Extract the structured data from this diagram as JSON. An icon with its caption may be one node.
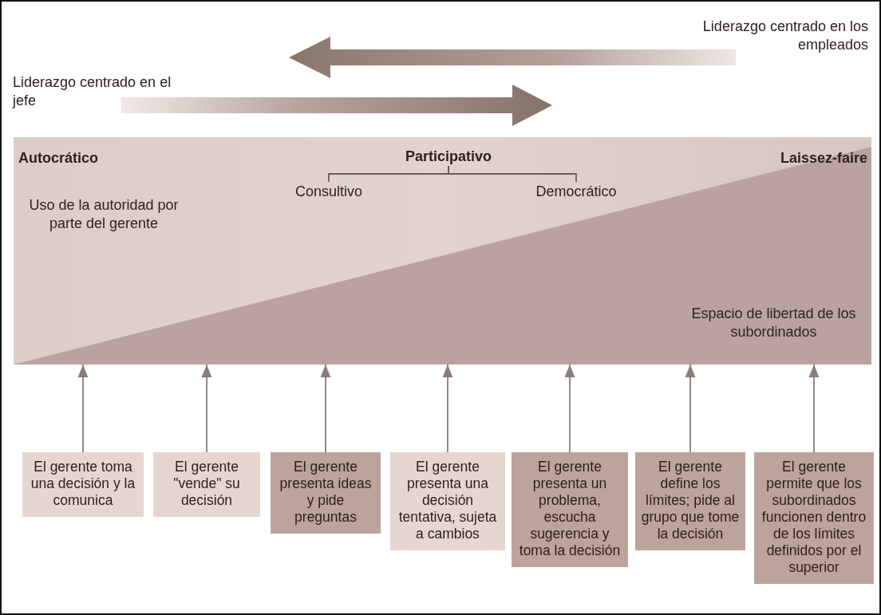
{
  "diagram": {
    "nodes": [
      {
        "text": [
          "Autocrático",
          "Laissez-faire",
          "Uso de la autoridad por parte del gerente",
          "Espacio de libertad de los subordinados"
        ]
      },
      {
        "text": [
          "Participativo"
        ],
        "in": 0
      },
      {
        "text": [
          "Consultivo"
        ],
        "in": 0
      },
      {
        "text": [
          "Democrático"
        ],
        "in": 0
      },
      {
        "text": [
          "El gerente toma una decisión y la comunica"
        ]
      },
      {
        "text": [
          "El gerente \"vende\" su decisión"
        ]
      },
      {
        "text": [
          "El gerente presenta ideas y pide preguntas"
        ]
      },
      {
        "text": [
          "El gerente presenta una decisión tentativa, sujeta a cambios"
        ]
      },
      {
        "text": [
          "El gerente presenta un problema, escucha sugerencia y toma la decisión"
        ]
      },
      {
        "text": [
          "El gerente define los límites; pide al grupo que tome la decisión"
        ]
      },
      {
        "text": [
          "El gerente permite que los subordinados funcionen dentro de los límites definidos por el superior"
        ]
      }
    ],
    "edges": [
      {
        "from": 1,
        "to": 2,
        "arrow": "none"
      },
      {
        "from": 1,
        "to": 3,
        "arrow": "none"
      },
      {
        "from": 4,
        "to": 0,
        "arrow": "to"
      },
      {
        "from": 5,
        "to": 0,
        "arrow": "to"
      },
      {
        "from": 6,
        "to": 0,
        "arrow": "to"
      },
      {
        "from": 7,
        "to": 0,
        "arrow": "to"
      },
      {
        "from": 8,
        "to": 0,
        "arrow": "to"
      },
      {
        "from": 9,
        "to": 0,
        "arrow": "to"
      },
      {
        "from": 10,
        "to": 0,
        "arrow": "to"
      }
    ],
    "labels": [
      "Liderazgo centrado en los empleados",
      "Liderazgo centrado en el jefe"
    ]
  }
}
